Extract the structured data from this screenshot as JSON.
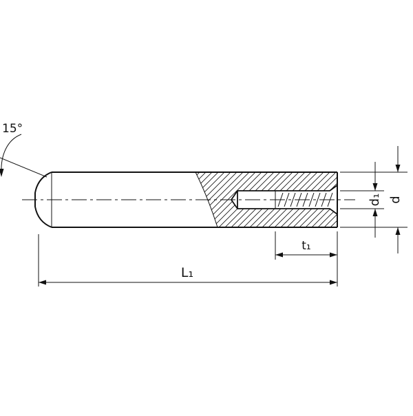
{
  "drawing": {
    "kind": "technical-drawing",
    "subject": "internally threaded dowel pin, side view with broken-out section",
    "line_color": "#111111",
    "background_color": "#ffffff",
    "labels": {
      "chamfer_angle": "15°",
      "thread_diameter": "d₁",
      "pin_diameter": "d",
      "thread_length": "t₁",
      "overall_length": "L₁"
    }
  }
}
